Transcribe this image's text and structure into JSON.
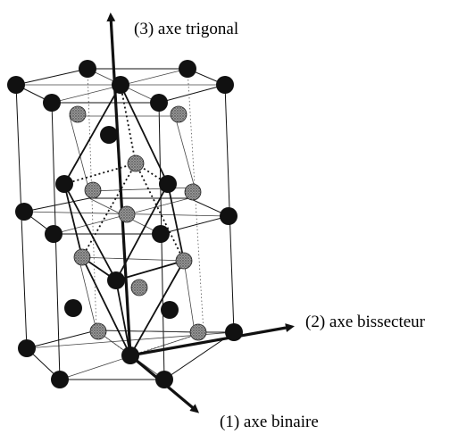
{
  "figure": {
    "axes": {
      "trigonal": "(3) axe trigonal",
      "bisector": "(2) axe bissecteur",
      "binary": "(1) axe binaire"
    }
  },
  "colors": {
    "atom_dark": "#111111",
    "atom_gray": "#8a8a8a",
    "line": "#111111"
  }
}
